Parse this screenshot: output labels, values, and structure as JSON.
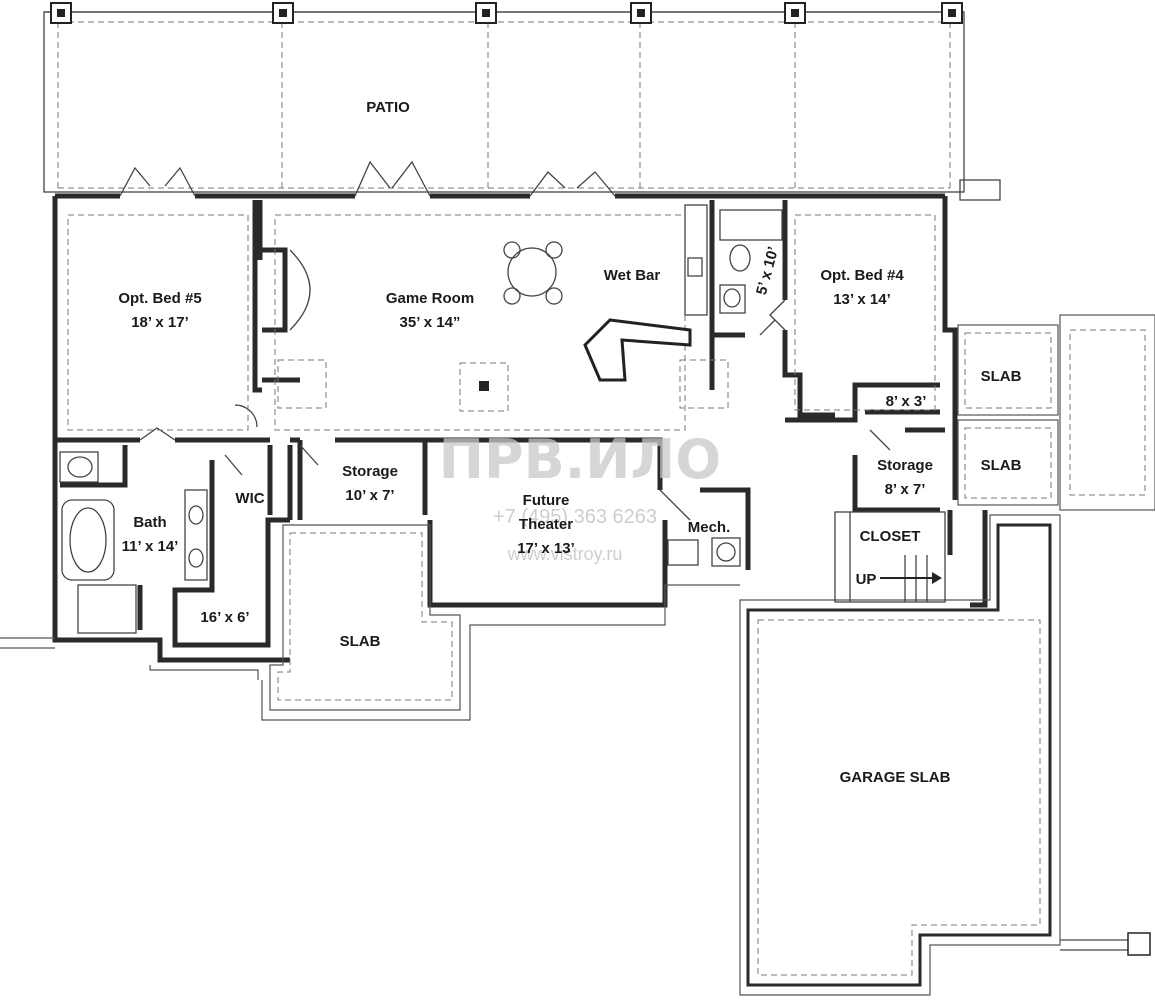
{
  "rooms": {
    "patio": "PATIO",
    "bed5_name": "Opt. Bed #5",
    "bed5_size": "18’ x 17’",
    "game_name": "Game Room",
    "game_size": "35’ x 14”",
    "wet_bar": "Wet Bar",
    "small_bath": "5’ x 10’",
    "bed4_name": "Opt. Bed #4",
    "bed4_size": "13’ x 14’",
    "bed4_closet": "8’ x 3’",
    "slab_top": "SLAB",
    "slab_mid": "SLAB",
    "storage1_name": "Storage",
    "storage1_size": "10’ x 7’",
    "storage2_name": "Storage",
    "storage2_size": "8’ x 7’",
    "bath_name": "Bath",
    "bath_size": "11’ x 14’",
    "wic": "WIC",
    "wic_size": "16’ x 6’",
    "theater_line1": "Future",
    "theater_line2": "Theater",
    "theater_size": "17’ x 13’",
    "mech": "Mech.",
    "closet": "CLOSET",
    "up": "UP",
    "slab_front": "SLAB",
    "garage": "GARAGE SLAB"
  },
  "watermark": {
    "logo": "ПРВ.ИЛО",
    "phone": "+7 (495) 363 6263",
    "site": "www.vistroy.ru"
  }
}
